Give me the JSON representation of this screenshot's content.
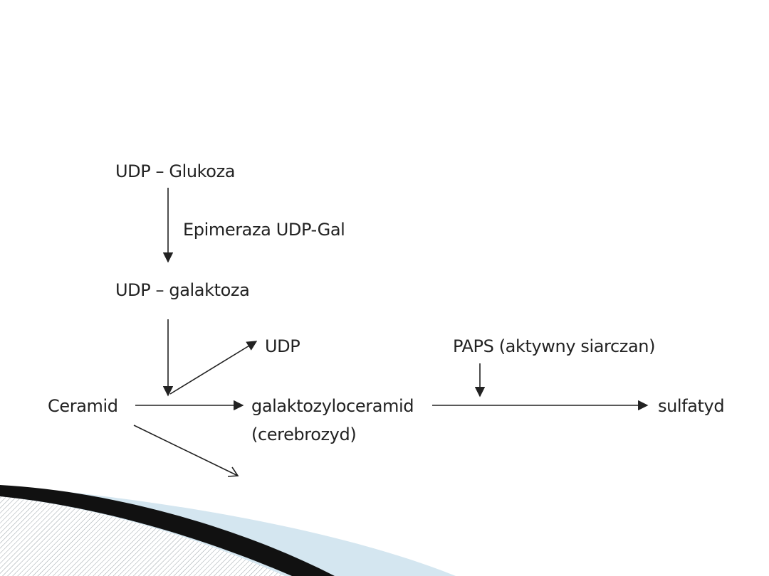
{
  "diagram": {
    "nodes": {
      "udp_glukoza": "UDP – Glukoza",
      "epimerase": "Epimeraza UDP-Gal",
      "udp_galaktoza": "UDP – galaktoza",
      "udp": "UDP",
      "paps": "PAPS (aktywny siarczan)",
      "ceramid": "Ceramid",
      "galaktozyloceramid": "galaktozyloceramid",
      "cerebrozyd": "(cerebrozyd)",
      "sulfatyd": "sulfatyd"
    },
    "edges": [
      {
        "from": "udp_glukoza",
        "to": "udp_galaktoza",
        "label": "epimerase"
      },
      {
        "from": "udp_galaktoza",
        "to": "galaktozyloceramid"
      },
      {
        "from": "udp_galaktoza",
        "to": "udp"
      },
      {
        "from": "ceramid",
        "to": "galaktozyloceramid"
      },
      {
        "from": "galaktozyloceramid",
        "to": "sulfatyd",
        "cofactor": "paps"
      }
    ]
  },
  "colors": {
    "text": "#222222",
    "arrow": "#222222",
    "swoosh_dark": "#111111",
    "swoosh_light": "#d4e6f0",
    "hatch": "#9aa3a8"
  }
}
